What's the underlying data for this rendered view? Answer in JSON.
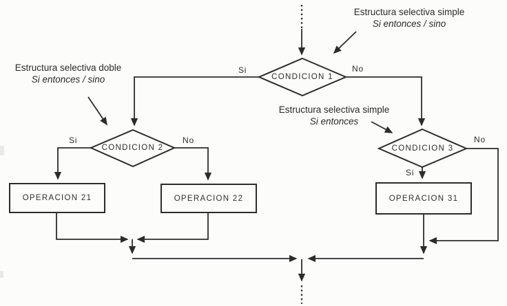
{
  "canvas": {
    "background": "#fcfcfb",
    "ink": "#2c2c2c"
  },
  "annotations": [
    {
      "line1": "Estructura selectiva simple",
      "line2": "Si entonces / sino"
    },
    {
      "line1": "Estructura selectiva doble",
      "line2": "Si entonces / sino"
    },
    {
      "line1": "Estructura selectiva simple",
      "line2": "Si entonces"
    }
  ],
  "diamonds": [
    {
      "label": "CONDICION 1",
      "yes": "Si",
      "no": "No"
    },
    {
      "label": "CONDICION 2",
      "yes": "Si",
      "no": "No"
    },
    {
      "label": "CONDICION 3",
      "yes": "Si",
      "no": "No"
    }
  ],
  "boxes": [
    {
      "label": "OPERACION 21"
    },
    {
      "label": "OPERACION 22"
    },
    {
      "label": "OPERACION 31"
    }
  ]
}
